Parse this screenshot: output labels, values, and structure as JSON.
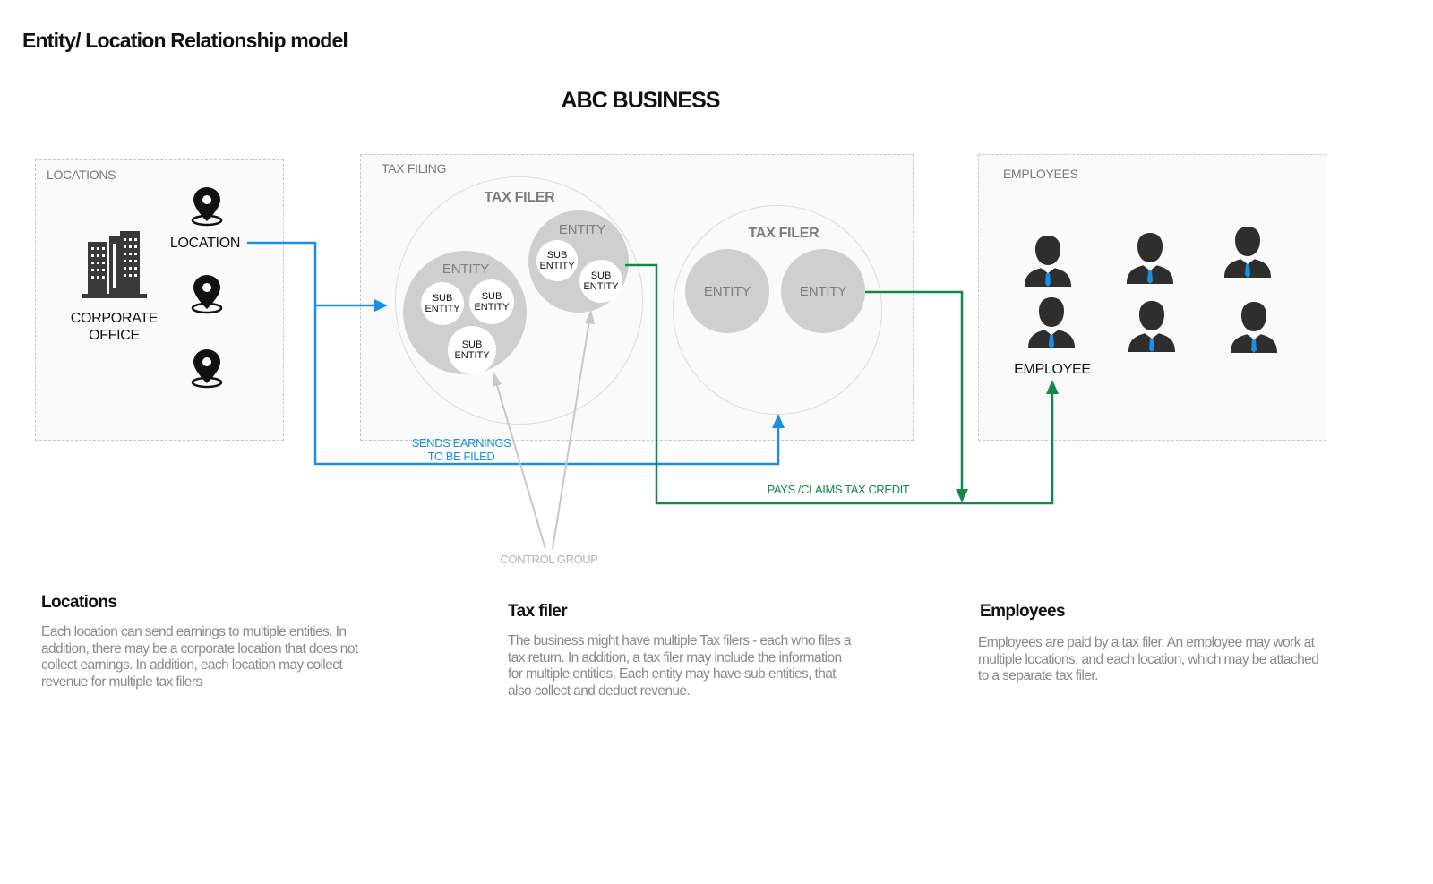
{
  "page_title": "Entity/ Location Relationship model",
  "diagram_title": "ABC BUSINESS",
  "locations_panel": {
    "label": "LOCATIONS",
    "location_label": "LOCATION",
    "corporate_label_line1": "CORPORATE",
    "corporate_label_line2": "OFFICE"
  },
  "tax_panel": {
    "label": "TAX FILING",
    "filer1": {
      "label": "TAX FILER",
      "entity_a": {
        "label": "ENTITY",
        "subs": [
          "SUB ENTITY",
          "SUB ENTITY",
          "SUB ENTITY"
        ]
      },
      "entity_b": {
        "label": "ENTITY",
        "subs": [
          "SUB ENTITY",
          "SUB ENTITY"
        ]
      }
    },
    "filer2": {
      "label": "TAX FILER",
      "entities": [
        "ENTITY",
        "ENTITY"
      ]
    }
  },
  "employees_panel": {
    "label": "EMPLOYEES",
    "employee_label": "EMPLOYEE"
  },
  "flows": {
    "sends_line1": "SENDS EARNINGS",
    "sends_line2": "TO BE FILED",
    "pays": "PAYS /CLAIMS TAX CREDIT",
    "control_group": "CONTROL GROUP"
  },
  "colors": {
    "blue_flow": "#1a8fe3",
    "green_flow": "#11884a",
    "control_group": "#c8c8c8",
    "tie": "#1a8fe3"
  },
  "sections": [
    {
      "heading": "Locations",
      "body": "Each location can send earnings to multiple entities. In addition, there may be a corporate location that does not collect earnings.  In addition, each location may collect revenue for multiple tax filers"
    },
    {
      "heading": "Tax filer",
      "body": "The business might have multiple Tax filers - each who files a tax return. In addition, a tax filer may include the information for multiple entities. Each entity may have sub entities, that also collect and deduct revenue."
    },
    {
      "heading": "Employees",
      "body": "Employees are paid by a tax filer. An employee may work at multiple locations, and each location, which may be attached to a separate tax filer."
    }
  ]
}
